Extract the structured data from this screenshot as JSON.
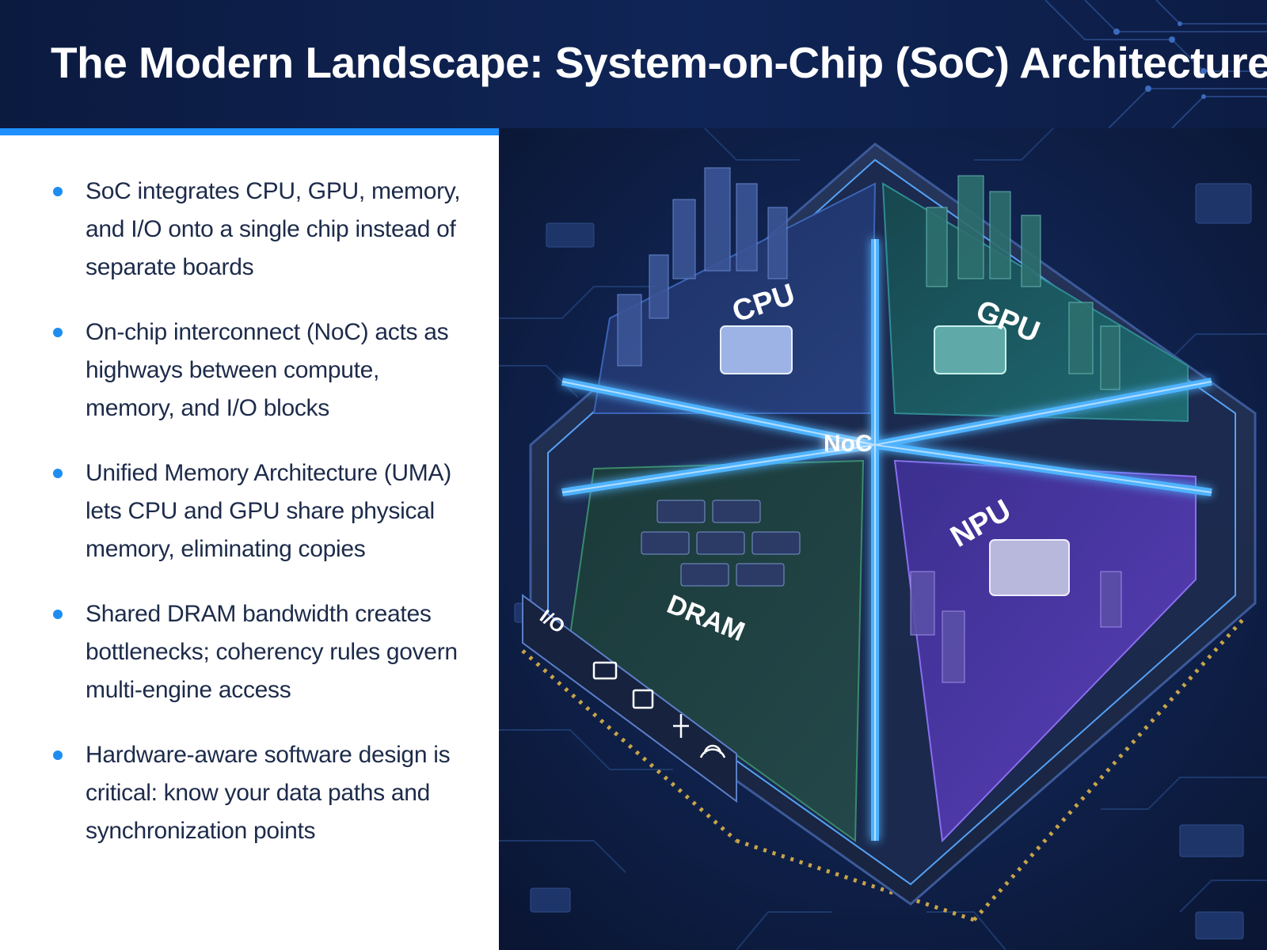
{
  "title": "The Modern Landscape: System-on-Chip (SoC) Architecture",
  "colors": {
    "header_bg": "#0f2250",
    "accent": "#1e90ff",
    "bullet_dot": "#1e8df0",
    "text": "#1d2b4a",
    "circuit_bg": "#0b1a3d",
    "noc_glow": "#4fb3ff",
    "npu_purple": "#6a4fd6",
    "gpu_teal": "#1f6f78",
    "pins_gold": "#c9a54a"
  },
  "bullets": [
    {
      "text": "SoC integrates CPU, GPU, memory, and I/O onto a single chip instead of separate boards"
    },
    {
      "text": "On-chip interconnect (NoC) acts as highways between compute, memory, and I/O blocks"
    },
    {
      "text": "Unified Memory Architecture (UMA) lets CPU and GPU share physical memory, eliminating copies"
    },
    {
      "text": "Shared DRAM bandwidth creates bottlenecks; coherency rules govern multi-engine access"
    },
    {
      "text": "Hardware-aware software design is critical: know your data paths and synchronization points"
    }
  ],
  "chip": {
    "cpu_label": "CPU",
    "gpu_label": "GPU",
    "noc_label": "NoC",
    "dram_label": "DRAM",
    "npu_label": "NPU",
    "io_label": "I/O",
    "io_icons": [
      "monitor-icon",
      "ethernet-icon",
      "usb-icon",
      "wireless-icon"
    ]
  }
}
